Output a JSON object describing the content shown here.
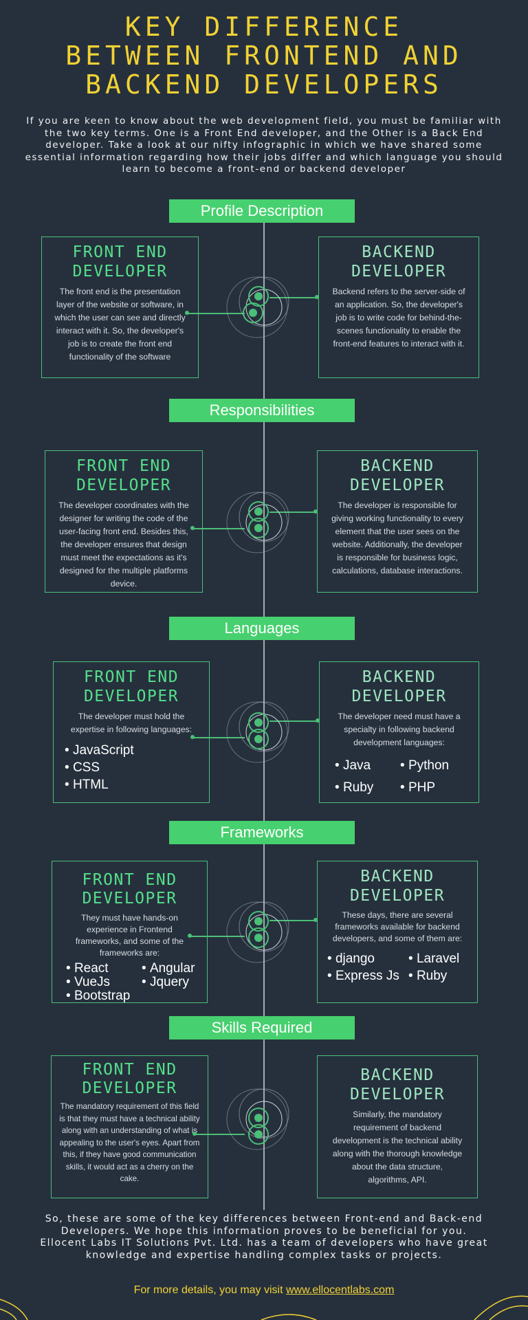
{
  "title_lines": [
    "KEY DIFFERENCE",
    "BETWEEN FRONTEND AND",
    "BACKEND DEVELOPERS"
  ],
  "intro": "If you are keen to know about the web development field, you must be familiar with the two key terms. One is a Front End developer, and the Other is a Back End developer. Take a look at our nifty infographic in which we have shared some essential information regarding how their jobs differ and which language you should learn to become a front-end or backend developer",
  "sections": {
    "profile": {
      "heading": "Profile Description",
      "front_title": [
        "FRONT END",
        "DEVELOPER"
      ],
      "front_text": "The front end is the presentation layer of the website or software, in which the user can see and directly interact with it. So, the developer's job is to create the front end functionality of the software",
      "back_title": [
        "BACKEND",
        "DEVELOPER"
      ],
      "back_text": "Backend refers to the server-side of an application. So, the developer's job is to write code for behind-the-scenes functionality to enable the front-end features to interact with it."
    },
    "responsibilities": {
      "heading": "Responsibilities",
      "front_title": [
        "FRONT END",
        "DEVELOPER"
      ],
      "front_text": "The developer coordinates with the designer for writing the code of the user-facing front end. Besides this, the developer ensures that design must meet the expectations as it's designed for the multiple platforms device.",
      "back_title": [
        "BACKEND",
        "DEVELOPER"
      ],
      "back_text": "The developer is responsible for giving working functionality to every element that the user sees on the website. Additionally, the developer is responsible for business logic, calculations, database interactions."
    },
    "languages": {
      "heading": "Languages",
      "front_title": [
        "FRONT END",
        "DEVELOPER"
      ],
      "front_text": "The developer must hold the expertise in following languages:",
      "front_items": [
        "JavaScript",
        "CSS",
        "HTML"
      ],
      "back_title": [
        "BACKEND",
        "DEVELOPER"
      ],
      "back_text": "The developer need must have a specialty in following backend development languages:",
      "back_items": [
        "Java",
        "Python",
        "Ruby",
        "PHP"
      ]
    },
    "frameworks": {
      "heading": "Frameworks",
      "front_title": [
        "FRONT END",
        "DEVELOPER"
      ],
      "front_text": "They must have hands-on experience in Frontend frameworks, and some of the frameworks are:",
      "front_items": [
        "React",
        "Angular",
        "VueJs",
        "Jquery",
        "Bootstrap"
      ],
      "back_title": [
        "BACKEND",
        "DEVELOPER"
      ],
      "back_text": "These days, there are several frameworks available for backend developers, and some of them are:",
      "back_items": [
        "django",
        "Laravel",
        "Express Js",
        "Ruby"
      ]
    },
    "skills": {
      "heading": "Skills Required",
      "front_title": [
        "FRONT END",
        "DEVELOPER"
      ],
      "front_text": "The mandatory requirement of this field is that they must have a technical ability along with an understanding of what is appealing to the user's eyes. Apart from this, if they have good communication skills, it would act as a cherry on the cake.",
      "back_title": [
        "BACKEND",
        "DEVELOPER"
      ],
      "back_text": "Similarly, the mandatory requirement of backend development is the technical ability along with the thorough knowledge about the data structure, algorithms, API."
    }
  },
  "footer": {
    "line1": "So, these are some of the key differences between Front-end and Back-end Developers. We hope this information proves to be beneficial for you.",
    "line2": "Ellocent Labs IT Solutions Pvt. Ltd. has a team of developers who have great knowledge and expertise handling complex tasks or projects.",
    "more_prefix": "For more details, you may visit ",
    "more_link": "www.ellocentlabs.com"
  },
  "colors": {
    "background": "#26303d",
    "accent_green": "#47d06f",
    "title_yellow": "#f1d234",
    "border_green": "#4bbf77"
  },
  "icons": {
    "hub": "concentric-circles-icon",
    "bullet": "bullet-dot-icon"
  }
}
